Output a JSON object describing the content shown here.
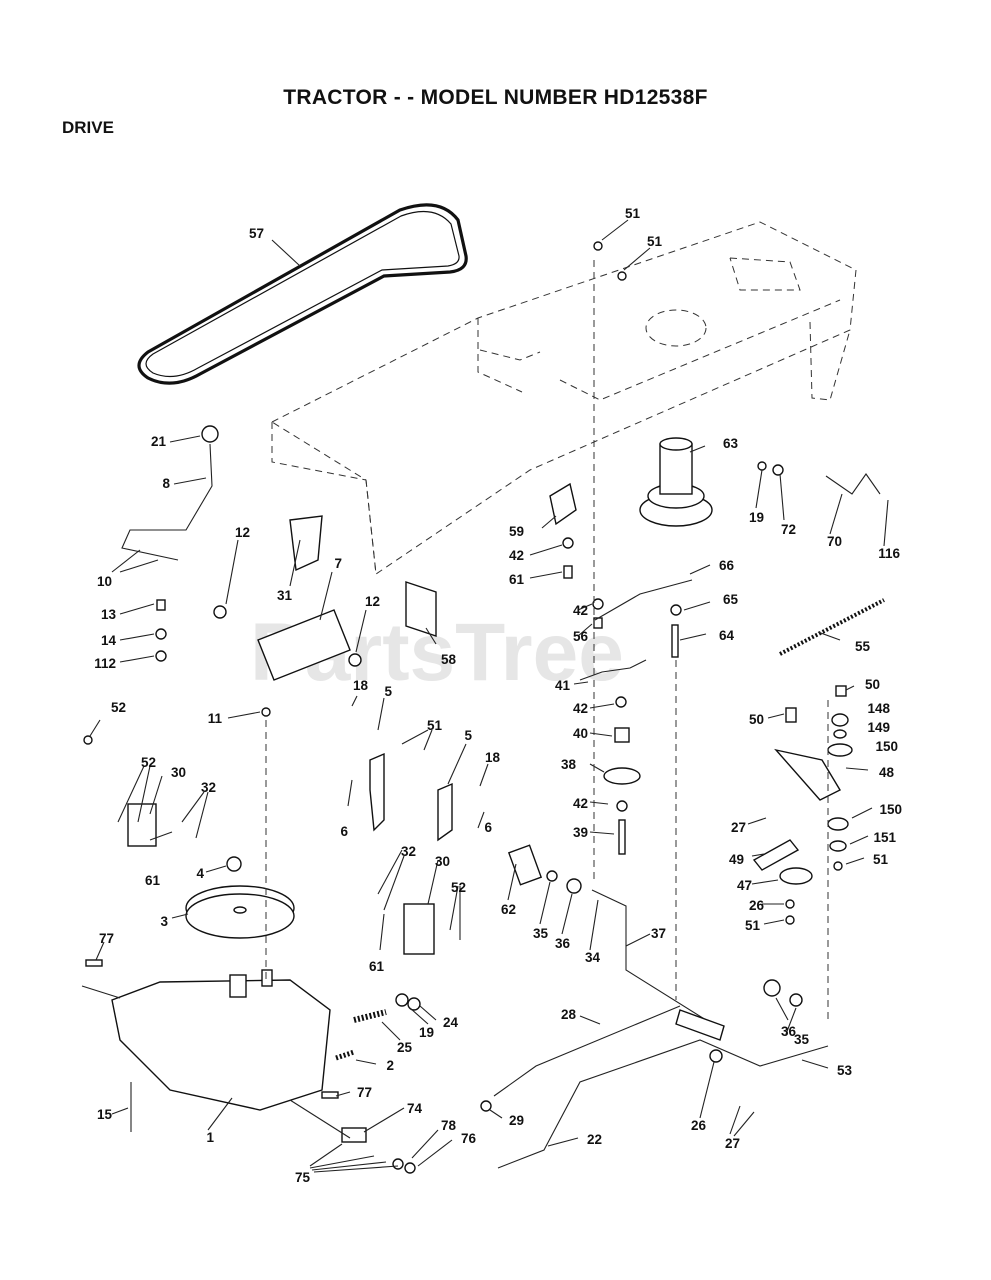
{
  "title": "TRACTOR - - MODEL NUMBER HD12538F",
  "section": "DRIVE",
  "watermark": "PartsTree",
  "callouts": [
    {
      "id": "c57",
      "label": "57"
    },
    {
      "id": "c51a",
      "label": "51"
    },
    {
      "id": "c51b",
      "label": "51"
    },
    {
      "id": "c21",
      "label": "21"
    },
    {
      "id": "c8",
      "label": "8"
    },
    {
      "id": "c63",
      "label": "63"
    },
    {
      "id": "c19a",
      "label": "19"
    },
    {
      "id": "c72",
      "label": "72"
    },
    {
      "id": "c70",
      "label": "70"
    },
    {
      "id": "c116",
      "label": "116"
    },
    {
      "id": "c59",
      "label": "59"
    },
    {
      "id": "c42a",
      "label": "42"
    },
    {
      "id": "c61a",
      "label": "61"
    },
    {
      "id": "c66",
      "label": "66"
    },
    {
      "id": "c10",
      "label": "10"
    },
    {
      "id": "c12a",
      "label": "12"
    },
    {
      "id": "c31",
      "label": "31"
    },
    {
      "id": "c7",
      "label": "7"
    },
    {
      "id": "c12b",
      "label": "12"
    },
    {
      "id": "c13",
      "label": "13"
    },
    {
      "id": "c14",
      "label": "14"
    },
    {
      "id": "c112",
      "label": "112"
    },
    {
      "id": "c58",
      "label": "58"
    },
    {
      "id": "c42b",
      "label": "42"
    },
    {
      "id": "c56",
      "label": "56"
    },
    {
      "id": "c65",
      "label": "65"
    },
    {
      "id": "c64",
      "label": "64"
    },
    {
      "id": "c55",
      "label": "55"
    },
    {
      "id": "c41",
      "label": "41"
    },
    {
      "id": "c50a",
      "label": "50"
    },
    {
      "id": "c52a",
      "label": "52"
    },
    {
      "id": "c18a",
      "label": "18"
    },
    {
      "id": "c5a",
      "label": "5"
    },
    {
      "id": "c11",
      "label": "11"
    },
    {
      "id": "c42c",
      "label": "42"
    },
    {
      "id": "c148",
      "label": "148"
    },
    {
      "id": "c50b",
      "label": "50"
    },
    {
      "id": "c149",
      "label": "149"
    },
    {
      "id": "c51c",
      "label": "51"
    },
    {
      "id": "c5b",
      "label": "5"
    },
    {
      "id": "c40",
      "label": "40"
    },
    {
      "id": "c150a",
      "label": "150"
    },
    {
      "id": "c52b",
      "label": "52"
    },
    {
      "id": "c30a",
      "label": "30"
    },
    {
      "id": "c18b",
      "label": "18"
    },
    {
      "id": "c38",
      "label": "38"
    },
    {
      "id": "c48",
      "label": "48"
    },
    {
      "id": "c32a",
      "label": "32"
    },
    {
      "id": "c6a",
      "label": "6"
    },
    {
      "id": "c6b",
      "label": "6"
    },
    {
      "id": "c42d",
      "label": "42"
    },
    {
      "id": "c150b",
      "label": "150"
    },
    {
      "id": "c27a",
      "label": "27"
    },
    {
      "id": "c39",
      "label": "39"
    },
    {
      "id": "c151",
      "label": "151"
    },
    {
      "id": "c61b",
      "label": "61"
    },
    {
      "id": "c32b",
      "label": "32"
    },
    {
      "id": "c49",
      "label": "49"
    },
    {
      "id": "c51d",
      "label": "51"
    },
    {
      "id": "c4",
      "label": "4"
    },
    {
      "id": "c30b",
      "label": "30"
    },
    {
      "id": "c47",
      "label": "47"
    },
    {
      "id": "c52c",
      "label": "52"
    },
    {
      "id": "c26a",
      "label": "26"
    },
    {
      "id": "c3",
      "label": "3"
    },
    {
      "id": "c62",
      "label": "62"
    },
    {
      "id": "c51e",
      "label": "51"
    },
    {
      "id": "c35a",
      "label": "35"
    },
    {
      "id": "c36a",
      "label": "36"
    },
    {
      "id": "c61c",
      "label": "61"
    },
    {
      "id": "c34",
      "label": "34"
    },
    {
      "id": "c37",
      "label": "37"
    },
    {
      "id": "c77a",
      "label": "77"
    },
    {
      "id": "c28",
      "label": "28"
    },
    {
      "id": "c24",
      "label": "24"
    },
    {
      "id": "c25",
      "label": "25"
    },
    {
      "id": "c19b",
      "label": "19"
    },
    {
      "id": "c36b",
      "label": "36"
    },
    {
      "id": "c35b",
      "label": "35"
    },
    {
      "id": "c2",
      "label": "2"
    },
    {
      "id": "c53",
      "label": "53"
    },
    {
      "id": "c77b",
      "label": "77"
    },
    {
      "id": "c15",
      "label": "15"
    },
    {
      "id": "c74",
      "label": "74"
    },
    {
      "id": "c29",
      "label": "29"
    },
    {
      "id": "c26b",
      "label": "26"
    },
    {
      "id": "c1",
      "label": "1"
    },
    {
      "id": "c78",
      "label": "78"
    },
    {
      "id": "c76",
      "label": "76"
    },
    {
      "id": "c22",
      "label": "22"
    },
    {
      "id": "c27b",
      "label": "27"
    },
    {
      "id": "c75",
      "label": "75"
    }
  ]
}
